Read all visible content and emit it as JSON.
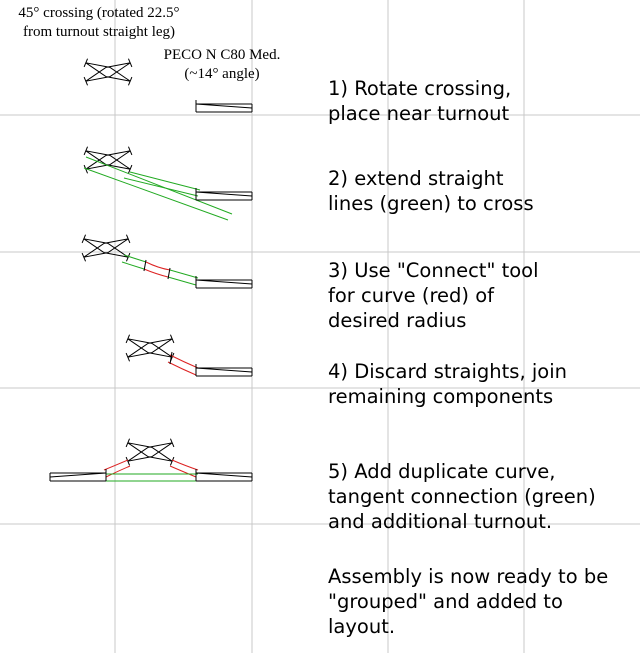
{
  "annotations": {
    "crossing_note": "45° crossing (rotated 22.5°\nfrom turnout straight leg)",
    "turnout_note": "PECO N C80 Med.\n(~14° angle)"
  },
  "steps": [
    {
      "text": "1) Rotate crossing,\nplace near turnout"
    },
    {
      "text": "2) extend straight\nlines (green) to cross"
    },
    {
      "text": "3) Use \"Connect\" tool\nfor curve (red) of\ndesired radius"
    },
    {
      "text": "4) Discard straights, join\nremaining components"
    },
    {
      "text": "5) Add duplicate curve,\ntangent connection (green)\nand additional turnout."
    },
    {
      "text": "Assembly is now ready to be\n\"grouped\" and added to\nlayout."
    }
  ],
  "colors": {
    "grid": "#c8c8c8",
    "track": "#000000",
    "straight": "#22aa22",
    "curve": "#dd2222"
  }
}
